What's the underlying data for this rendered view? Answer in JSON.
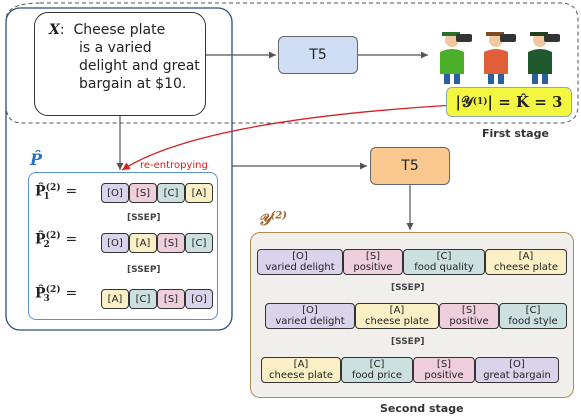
{
  "input": {
    "x_label": "X",
    "colon": ":",
    "lines": [
      "Cheese plate",
      "is a varied",
      "delight and great",
      "bargain at $10."
    ]
  },
  "models": {
    "first": "T5",
    "second": "T5"
  },
  "first_stage": {
    "result_prefix": "|𝒴",
    "result_sup": "(1)",
    "result_suffix": "| = K̂ = 3",
    "label": "First stage"
  },
  "p_section": {
    "title": "P̂",
    "re_entropying": "re-entropying",
    "rows": [
      {
        "label_main": "P̂",
        "label_sub": "1",
        "label_sup": "(2)",
        "eq": "=",
        "tags": [
          "[O]",
          "[S]",
          "[C]",
          "[A]"
        ]
      },
      {
        "label_main": "P̂",
        "label_sub": "2",
        "label_sup": "(2)",
        "eq": "=",
        "tags": [
          "[O]",
          "[A]",
          "[S]",
          "[C]"
        ]
      },
      {
        "label_main": "P̂",
        "label_sub": "3",
        "label_sup": "(2)",
        "eq": "=",
        "tags": [
          "[A]",
          "[C]",
          "[S]",
          "[O]"
        ]
      }
    ],
    "ssep": [
      "[SSEP]",
      "[SSEP]"
    ]
  },
  "second_stage": {
    "title": "𝒴",
    "title_sup": "(2)",
    "rows": [
      [
        {
          "tag": "[O]",
          "text": "varied delight"
        },
        {
          "tag": "[S]",
          "text": "positive"
        },
        {
          "tag": "[C]",
          "text": "food quality"
        },
        {
          "tag": "[A]",
          "text": "cheese plate"
        }
      ],
      [
        {
          "tag": "[O]",
          "text": "varied delight"
        },
        {
          "tag": "[A]",
          "text": "cheese plate"
        },
        {
          "tag": "[S]",
          "text": "positive"
        },
        {
          "tag": "[C]",
          "text": "food style"
        }
      ],
      [
        {
          "tag": "[A]",
          "text": "cheese plate"
        },
        {
          "tag": "[C]",
          "text": "food price"
        },
        {
          "tag": "[S]",
          "text": "positive"
        },
        {
          "tag": "[O]",
          "text": "great bargain"
        }
      ]
    ],
    "ssep": [
      "[SSEP]",
      "[SSEP]"
    ],
    "label": "Second stage"
  },
  "colors": {
    "O": "#d9d3ec",
    "S": "#f0cfdc",
    "C": "#cde0e0",
    "A": "#fbf0c5",
    "accent_blue": "#2a6fc2",
    "accent_red": "#d62020",
    "accent_brown": "#a0652c"
  },
  "icons": [
    "person-binoculars-green-icon",
    "person-binoculars-orange-icon",
    "person-binoculars-darkgreen-icon"
  ]
}
